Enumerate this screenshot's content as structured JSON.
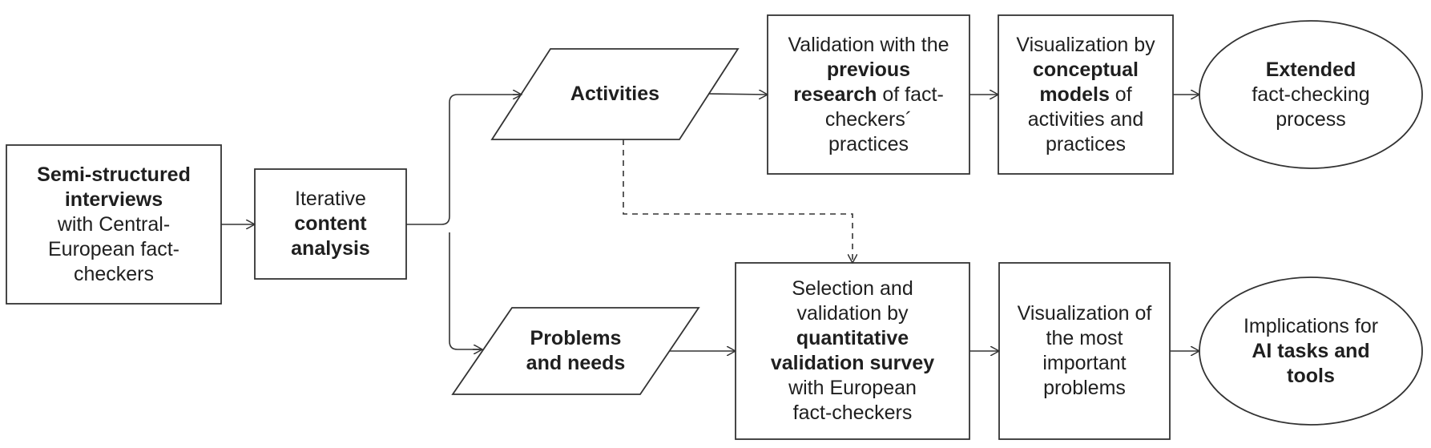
{
  "nodes": {
    "interviews": {
      "b1": "Semi-structured\ninterviews",
      "t1": "\nwith Central-\nEuropean fact-\ncheckers"
    },
    "analysis": {
      "t1": "Iterative\n",
      "b1": "content\nanalysis"
    },
    "activities": {
      "b1": "Activities"
    },
    "problems": {
      "b1": "Problems\nand needs"
    },
    "validation_prev": {
      "t1": "Validation with the\n",
      "b1": "previous\nresearch",
      "t2": " of fact-\ncheckers´\npractices"
    },
    "visualization_models": {
      "t1": "Visualization by\n",
      "b1": "conceptual\nmodels",
      "t2": " of\nactivities and\npractices"
    },
    "extended": {
      "b1": "Extended",
      "t1": "\nfact-checking\nprocess"
    },
    "selection": {
      "t1": "Selection and\nvalidation by\n",
      "b1": "quantitative\nvalidation survey",
      "t2": "\nwith European\nfact-checkers"
    },
    "visualization_problems": {
      "t1": "Visualization of\nthe most\nimportant\nproblems"
    },
    "implications": {
      "t1": "Implications for\n",
      "b1": "AI tasks and\ntools"
    }
  }
}
